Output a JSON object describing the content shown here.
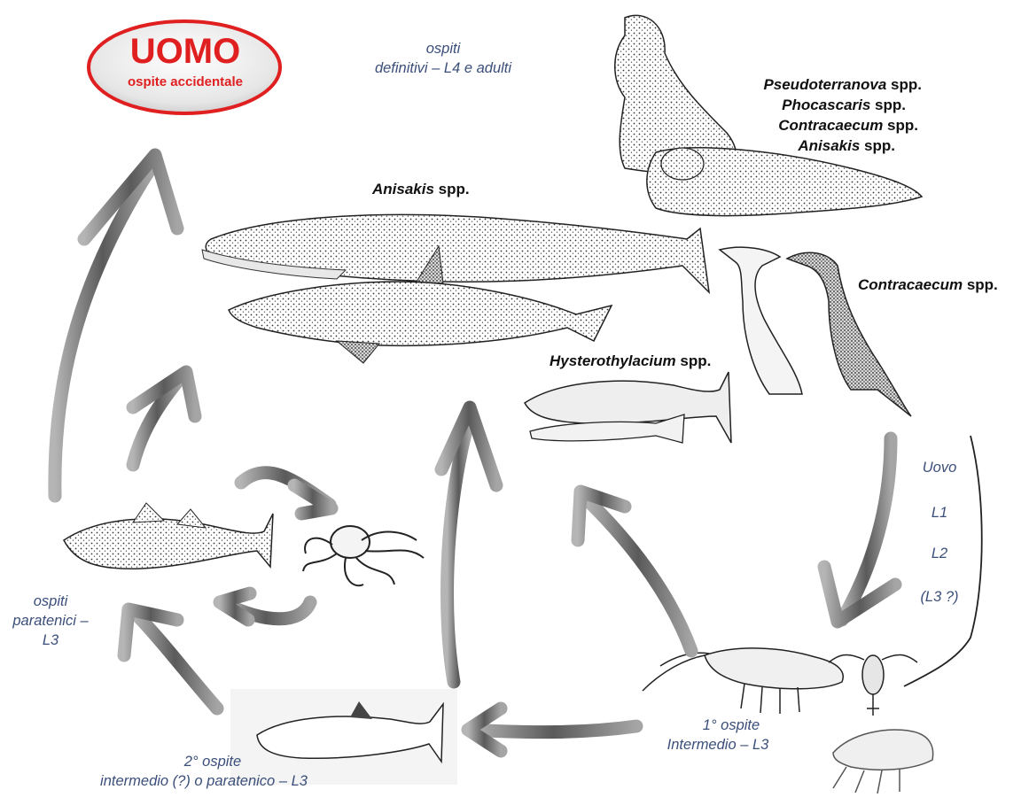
{
  "uomo": {
    "title": "UOMO",
    "subtitle": "ospite accidentale"
  },
  "labels": {
    "definitive_line1": "ospiti",
    "definitive_line2": "definitivi – L4 e adulti",
    "pinniped_species": [
      {
        "genus": "Pseudoterranova",
        "suffix": " spp."
      },
      {
        "genus": "Phocascaris",
        "suffix": " spp."
      },
      {
        "genus": "Contracaecum",
        "suffix": " spp."
      },
      {
        "genus": "Anisakis",
        "suffix": " spp."
      }
    ],
    "cetacean_species": {
      "genus": "Anisakis",
      "suffix": " spp."
    },
    "bird_species": {
      "genus": "Contracaecum",
      "suffix": " spp."
    },
    "fish_species": {
      "genus": "Hysterothylacium",
      "suffix": " spp."
    },
    "egg_stages": [
      "Uovo",
      "L1",
      "L2",
      "(L3 ?)"
    ],
    "paratenic_line1": "ospiti",
    "paratenic_line2": "paratenici –",
    "paratenic_line3": "L3",
    "second_host_line1": "2° ospite",
    "second_host_line2": "intermedio (?) o paratenico – L3",
    "first_host_line1": "1° ospite",
    "first_host_line2": "Intermedio – L3"
  },
  "colors": {
    "accent_red": "#e02020",
    "label_blue": "#3b4f7a",
    "arrow_gray": "#6f6f6f"
  }
}
